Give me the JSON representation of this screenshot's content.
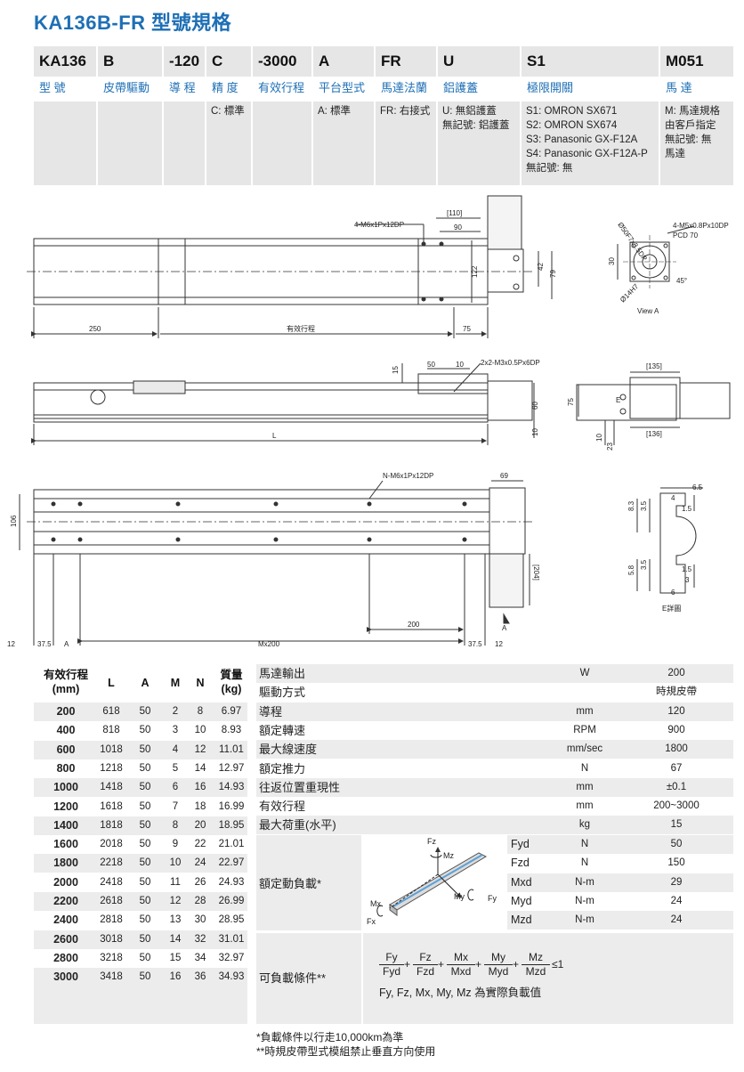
{
  "title": "KA136B-FR 型號規格",
  "model_code": [
    {
      "code": "KA136",
      "label": "型 號",
      "options": ""
    },
    {
      "code": "B",
      "label": "皮帶驅動",
      "options": ""
    },
    {
      "code": "-120",
      "label": "導 程",
      "options": ""
    },
    {
      "code": "C",
      "label": "精 度",
      "options": "C: 標準"
    },
    {
      "code": "-3000",
      "label": "有效行程",
      "options": ""
    },
    {
      "code": "A",
      "label": "平台型式",
      "options": "A: 標準"
    },
    {
      "code": "FR",
      "label": "馬達法蘭",
      "options": "FR: 右接式"
    },
    {
      "code": "U",
      "label": "鋁護蓋",
      "options": "U: 無鋁護蓋\n無記號: 鋁護蓋"
    },
    {
      "code": "S1",
      "label": "極限開關",
      "options": "S1: OMRON SX671\nS2: OMRON SX674\nS3: Panasonic GX-F12A\nS4: Panasonic GX-F12A-P\n無記號: 無"
    },
    {
      "code": "M051",
      "label": "馬 達",
      "options": "M: 馬達規格\n由客戶指定\n無記號: 無\n馬達"
    }
  ],
  "drawing": {
    "top_view": {
      "bolt_note": "4-M6x1Px12DP",
      "dim_110": "[110]",
      "dim_90": "90",
      "dim_122": "122",
      "dim_42": "42",
      "dim_79": "79",
      "dim_250": "250",
      "stroke_label": "有效行程",
      "dim_75": "75"
    },
    "view_a": {
      "dia_note": "Ø50F7x3.5DP",
      "tap_note": "4-M5x0.8Px10DP",
      "pcd": "PCD 70",
      "angle": "45°",
      "dim_30": "30",
      "dia_146": "Ø14H7",
      "label": "View A"
    },
    "side_view": {
      "dim_15": "15",
      "dim_50": "50",
      "dim_10": "10",
      "tap_note": "2x2-M3x0.5Px6DP",
      "dim_60": "60",
      "dim_L": "L",
      "dim_10b": "10"
    },
    "end_view": {
      "dim_135": "[135]",
      "dim_136": "[136]",
      "dim_75": "75",
      "dim_23": "23",
      "dim_10": "10",
      "label_e": "E"
    },
    "bottom_view": {
      "hole_note": "N-M6x1Px12DP",
      "dim_69": "69",
      "dim_106": "106",
      "dim_204": "[204]",
      "dim_200": "200",
      "dim_12a": "12",
      "dim_375a": "37.5",
      "dim_A": "A",
      "dim_M200": "Mx200",
      "dim_375b": "37.5",
      "dim_12b": "12",
      "label_a": "A"
    },
    "detail_e": {
      "d65": "6.5",
      "d4": "4",
      "d15a": "1.5",
      "d83": "8.3",
      "d35a": "3.5",
      "d58": "5.8",
      "d35b": "3.5",
      "d15b": "1.5",
      "d3": "3",
      "d6": "6",
      "label": "E詳圖"
    }
  },
  "dimension_table": {
    "headers": {
      "stroke": "有效行程",
      "stroke_unit": "(mm)",
      "L": "L",
      "A": "A",
      "M": "M",
      "N": "N",
      "mass": "質量",
      "mass_unit": "(kg)"
    },
    "rows": [
      {
        "stroke": "200",
        "L": "618",
        "A": "50",
        "M": "2",
        "N": "8",
        "mass": "6.97"
      },
      {
        "stroke": "400",
        "L": "818",
        "A": "50",
        "M": "3",
        "N": "10",
        "mass": "8.93"
      },
      {
        "stroke": "600",
        "L": "1018",
        "A": "50",
        "M": "4",
        "N": "12",
        "mass": "11.01"
      },
      {
        "stroke": "800",
        "L": "1218",
        "A": "50",
        "M": "5",
        "N": "14",
        "mass": "12.97"
      },
      {
        "stroke": "1000",
        "L": "1418",
        "A": "50",
        "M": "6",
        "N": "16",
        "mass": "14.93"
      },
      {
        "stroke": "1200",
        "L": "1618",
        "A": "50",
        "M": "7",
        "N": "18",
        "mass": "16.99"
      },
      {
        "stroke": "1400",
        "L": "1818",
        "A": "50",
        "M": "8",
        "N": "20",
        "mass": "18.95"
      },
      {
        "stroke": "1600",
        "L": "2018",
        "A": "50",
        "M": "9",
        "N": "22",
        "mass": "21.01"
      },
      {
        "stroke": "1800",
        "L": "2218",
        "A": "50",
        "M": "10",
        "N": "24",
        "mass": "22.97"
      },
      {
        "stroke": "2000",
        "L": "2418",
        "A": "50",
        "M": "11",
        "N": "26",
        "mass": "24.93"
      },
      {
        "stroke": "2200",
        "L": "2618",
        "A": "50",
        "M": "12",
        "N": "28",
        "mass": "26.99"
      },
      {
        "stroke": "2400",
        "L": "2818",
        "A": "50",
        "M": "13",
        "N": "30",
        "mass": "28.95"
      },
      {
        "stroke": "2600",
        "L": "3018",
        "A": "50",
        "M": "14",
        "N": "32",
        "mass": "31.01"
      },
      {
        "stroke": "2800",
        "L": "3218",
        "A": "50",
        "M": "15",
        "N": "34",
        "mass": "32.97"
      },
      {
        "stroke": "3000",
        "L": "3418",
        "A": "50",
        "M": "16",
        "N": "36",
        "mass": "34.93"
      }
    ]
  },
  "spec_table": {
    "rows": [
      {
        "name": "馬達輸出",
        "unit": "W",
        "value": "200"
      },
      {
        "name": "驅動方式",
        "unit": "",
        "value": "時規皮帶"
      },
      {
        "name": "導程",
        "unit": "mm",
        "value": "120"
      },
      {
        "name": "額定轉速",
        "unit": "RPM",
        "value": "900"
      },
      {
        "name": "最大線速度",
        "unit": "mm/sec",
        "value": "1800"
      },
      {
        "name": "額定推力",
        "unit": "N",
        "value": "67"
      },
      {
        "name": "往返位置重現性",
        "unit": "mm",
        "value": "±0.1"
      },
      {
        "name": "有效行程",
        "unit": "mm",
        "value": "200~3000"
      },
      {
        "name": "最大荷重(水平)",
        "unit": "kg",
        "value": "15"
      }
    ],
    "load_label": "額定動負載*",
    "load_rows": [
      {
        "key": "Fyd",
        "unit": "N",
        "value": "50"
      },
      {
        "key": "Fzd",
        "unit": "N",
        "value": "150"
      },
      {
        "key": "Mxd",
        "unit": "N-m",
        "value": "29"
      },
      {
        "key": "Myd",
        "unit": "N-m",
        "value": "24"
      },
      {
        "key": "Mzd",
        "unit": "N-m",
        "value": "24"
      }
    ],
    "load_diagram": {
      "fz": "Fz",
      "mz": "Mz",
      "mx": "Mx",
      "my": "My",
      "fy": "Fy",
      "fx": "Fx"
    },
    "condition_label": "可負載條件**",
    "formula": {
      "terms": [
        {
          "n": "Fy",
          "d": "Fyd"
        },
        {
          "n": "Fz",
          "d": "Fzd"
        },
        {
          "n": "Mx",
          "d": "Mxd"
        },
        {
          "n": "My",
          "d": "Myd"
        },
        {
          "n": "Mz",
          "d": "Mzd"
        }
      ],
      "plus": "+",
      "le": "≤1",
      "note": "Fy, Fz, Mx, My, Mz 為實際負載值"
    }
  },
  "notes": [
    "*負載條件以行走10,000km為準",
    "**時規皮帶型式模組禁止垂直方向使用"
  ]
}
